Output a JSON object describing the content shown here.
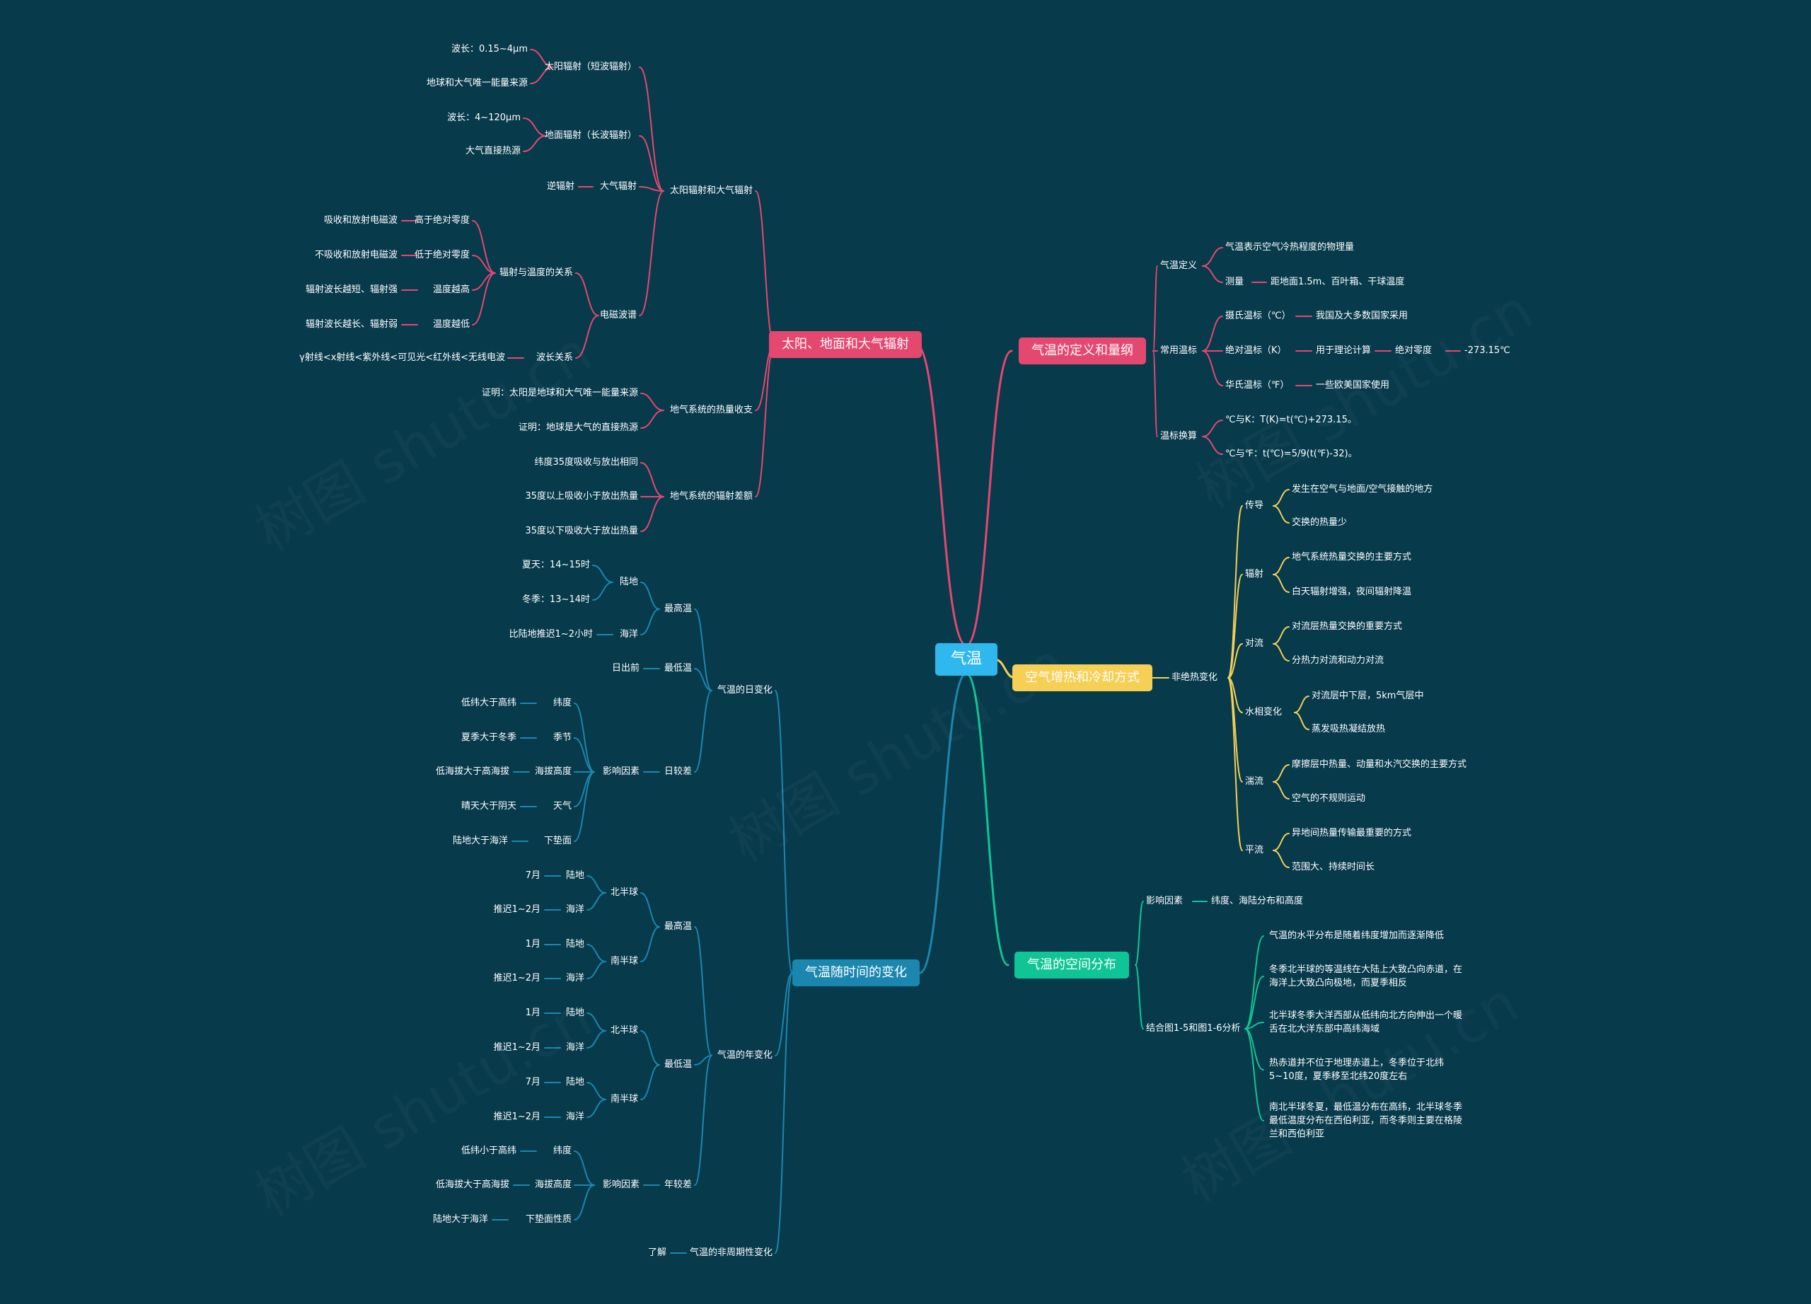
{
  "colors": {
    "background": "#073a4b",
    "root": "#2fb8ee",
    "red": "#e5486f",
    "yellow": "#f6cf55",
    "teal": "#10c595",
    "blue": "#1b87b0"
  },
  "root": {
    "label": "气温"
  },
  "branches": [
    {
      "label": "太阳、地面和大气辐射",
      "color": "#e5486f"
    },
    {
      "label": "气温的定义和量纲",
      "color": "#e5486f"
    },
    {
      "label": "空气增热和冷却方式",
      "color": "#f6cf55"
    },
    {
      "label": "气温的空间分布",
      "color": "#10c595"
    },
    {
      "label": "气温随时间的变化",
      "color": "#1b87b0"
    }
  ],
  "watermark": "树图 shutu.cn",
  "nodes": {
    "n1": "太阳辐射（短波辐射）",
    "n1a": "波长：0.15~4μm",
    "n1b": "地球和大气唯一能量来源",
    "n2": "地面辐射（长波辐射）",
    "n2a": "波长：4~120μm",
    "n2b": "大气直接热源",
    "n3": "大气辐射",
    "n3a": "逆辐射",
    "n4": "太阳辐射和大气辐射",
    "n5": "电磁波谱",
    "n6": "辐射与温度的关系",
    "n6a": "高于绝对零度",
    "n6a1": "吸收和放射电磁波",
    "n6b": "低于绝对零度",
    "n6b1": "不吸收和放射电磁波",
    "n6c": "温度越高",
    "n6c1": "辐射波长越短、辐射强",
    "n6d": "温度越低",
    "n6d1": "辐射波长越长、辐射弱",
    "n7": "波长关系",
    "n7a": "γ射线<x射线<紫外线<可见光<红外线<无线电波",
    "n8": "地气系统的热量收支",
    "n8a": "证明：太阳是地球和大气唯一能量来源",
    "n8b": "证明：地球是大气的直接热源",
    "n9": "地气系统的辐射差额",
    "n9a": "纬度35度吸收与放出相同",
    "n9b": "35度以上吸收小于放出热量",
    "n9c": "35度以下吸收大于放出热量",
    "d1": "气温定义",
    "d1a": "气温表示空气冷热程度的物理量",
    "d1b": "测量",
    "d1b1": "距地面1.5m、百叶箱、干球温度",
    "d2": "常用温标",
    "d2a": "摄氏温标（℃）",
    "d2a1": "我国及大多数国家采用",
    "d2b": "绝对温标（K）",
    "d2b1": "用于理论计算",
    "d2b2": "绝对零度",
    "d2b3": "-273.15℃",
    "d2c": "华氏温标（℉）",
    "d2c1": "一些欧美国家使用",
    "d3": "温标换算",
    "d3a": "℃与K：T(K)=t(℃)+273.15。",
    "d3b": "℃与℉：t(℃)=5/9(t(℉)-32)。",
    "y1": "非绝热变化",
    "y1a": "传导",
    "y1a1": "发生在空气与地面/空气接触的地方",
    "y1a2": "交换的热量少",
    "y1b": "辐射",
    "y1b1": "地气系统热量交换的主要方式",
    "y1b2": "白天辐射增强，夜间辐射降温",
    "y1c": "对流",
    "y1c1": "对流层热量交换的重要方式",
    "y1c2": "分热力对流和动力对流",
    "y1d": "水相变化",
    "y1d1": "对流层中下层，5km气层中",
    "y1d2": "蒸发吸热凝结放热",
    "y1e": "湍流",
    "y1e1": "摩擦层中热量、动量和水汽交换的主要方式",
    "y1e2": "空气的不规则运动",
    "y1f": "平流",
    "y1f1": "异地间热量传输最重要的方式",
    "y1f2": "范围大、持续时间长",
    "t1": "影响因素",
    "t1a": "纬度、海陆分布和高度",
    "t2": "结合图1-5和图1-6分析",
    "t2a": "气温的水平分布是随着纬度增加而逐渐降低",
    "t2b": "冬季北半球的等温线在大陆上大致凸向赤道，在海洋上大致凸向极地，而夏季相反",
    "t2c": "北半球冬季大洋西部从低纬向北方向伸出一个暖舌在北大洋东部中高纬海域",
    "t2d": "热赤道并不位于地理赤道上，冬季位于北纬5~10度，夏季移至北纬20度左右",
    "t2e": "南北半球冬夏，最低温分布在高纬，北半球冬季最低温度分布在西伯利亚，而冬季则主要在格陵兰和西伯利亚",
    "b1": "气温的日变化",
    "b1a": "最高温",
    "b1a1": "陆地",
    "b1a1a": "夏天：14~15时",
    "b1a1b": "冬季：13~14时",
    "b1a2": "海洋",
    "b1a2a": "比陆地推迟1~2小时",
    "b1b": "最低温",
    "b1b1": "日出前",
    "b1c": "日较差",
    "b1c1": "影响因素",
    "b1c1a": "纬度",
    "b1c1a1": "低纬大于高纬",
    "b1c1b": "季节",
    "b1c1b1": "夏季大于冬季",
    "b1c1c": "海拔高度",
    "b1c1c1": "低海拔大于高海拔",
    "b1c1d": "天气",
    "b1c1d1": "晴天大于阴天",
    "b1c1e": "下垫面",
    "b1c1e1": "陆地大于海洋",
    "b2": "气温的年变化",
    "b2a": "最高温",
    "b2a1": "北半球",
    "b2a1a": "陆地",
    "b2a1a1": "7月",
    "b2a1b": "海洋",
    "b2a1b1": "推迟1~2月",
    "b2a2": "南半球",
    "b2a2a": "陆地",
    "b2a2a1": "1月",
    "b2a2b": "海洋",
    "b2a2b1": "推迟1~2月",
    "b2b": "最低温",
    "b2b1": "北半球",
    "b2b1a": "陆地",
    "b2b1a1": "1月",
    "b2b1b": "海洋",
    "b2b1b1": "推迟1~2月",
    "b2b2": "南半球",
    "b2b2a": "陆地",
    "b2b2a1": "7月",
    "b2b2b": "海洋",
    "b2b2b1": "推迟1~2月",
    "b2c": "年较差",
    "b2c1": "影响因素",
    "b2c1a": "纬度",
    "b2c1a1": "低纬小于高纬",
    "b2c1b": "海拔高度",
    "b2c1b1": "低海拔大于高海拔",
    "b2c1c": "下垫面性质",
    "b2c1c1": "陆地大于海洋",
    "b3": "气温的非周期性变化",
    "b3a": "了解"
  }
}
